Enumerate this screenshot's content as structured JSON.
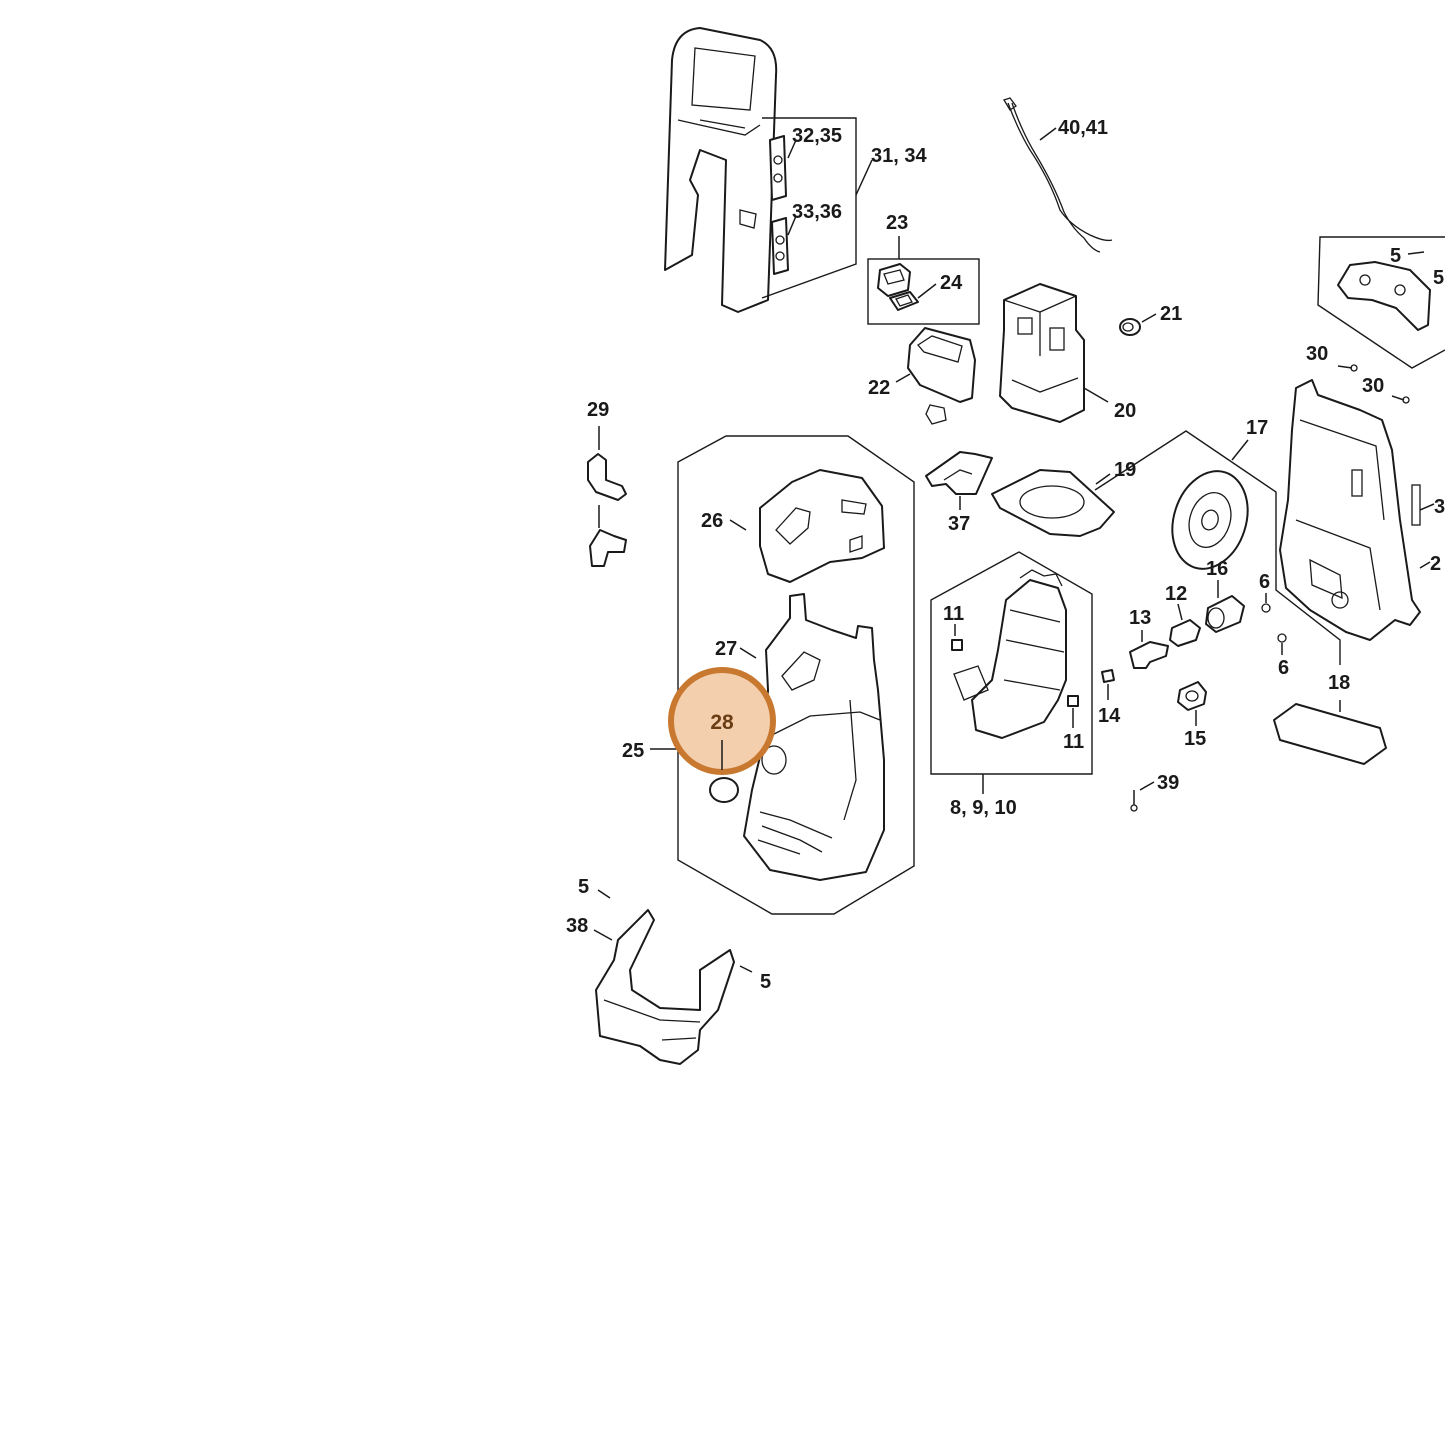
{
  "labels": {
    "l_5a": "5",
    "l_5b": "5",
    "l_5c": "5",
    "l_5d": "5",
    "l_6a": "6",
    "l_6b": "6",
    "l_8": "8, 9, 10",
    "l_11a": "11",
    "l_11b": "11",
    "l_12": "12",
    "l_13": "13",
    "l_14": "14",
    "l_15": "15",
    "l_16": "16",
    "l_17": "17",
    "l_18": "18",
    "l_19": "19",
    "l_20": "20",
    "l_21": "21",
    "l_22": "22",
    "l_23": "23",
    "l_24": "24",
    "l_25": "25",
    "l_26": "26",
    "l_27": "27",
    "l_29": "29",
    "l_30a": "30",
    "l_30b": "30",
    "l_31": "31, 34",
    "l_32": "32,35",
    "l_33": "33,36",
    "l_37": "37",
    "l_38": "38",
    "l_39": "39",
    "l_40": "40,41",
    "l_3": "3",
    "l_2": "2"
  },
  "highlight": {
    "label": "28",
    "color": "#c8782f",
    "fill": "#f3cfae"
  }
}
